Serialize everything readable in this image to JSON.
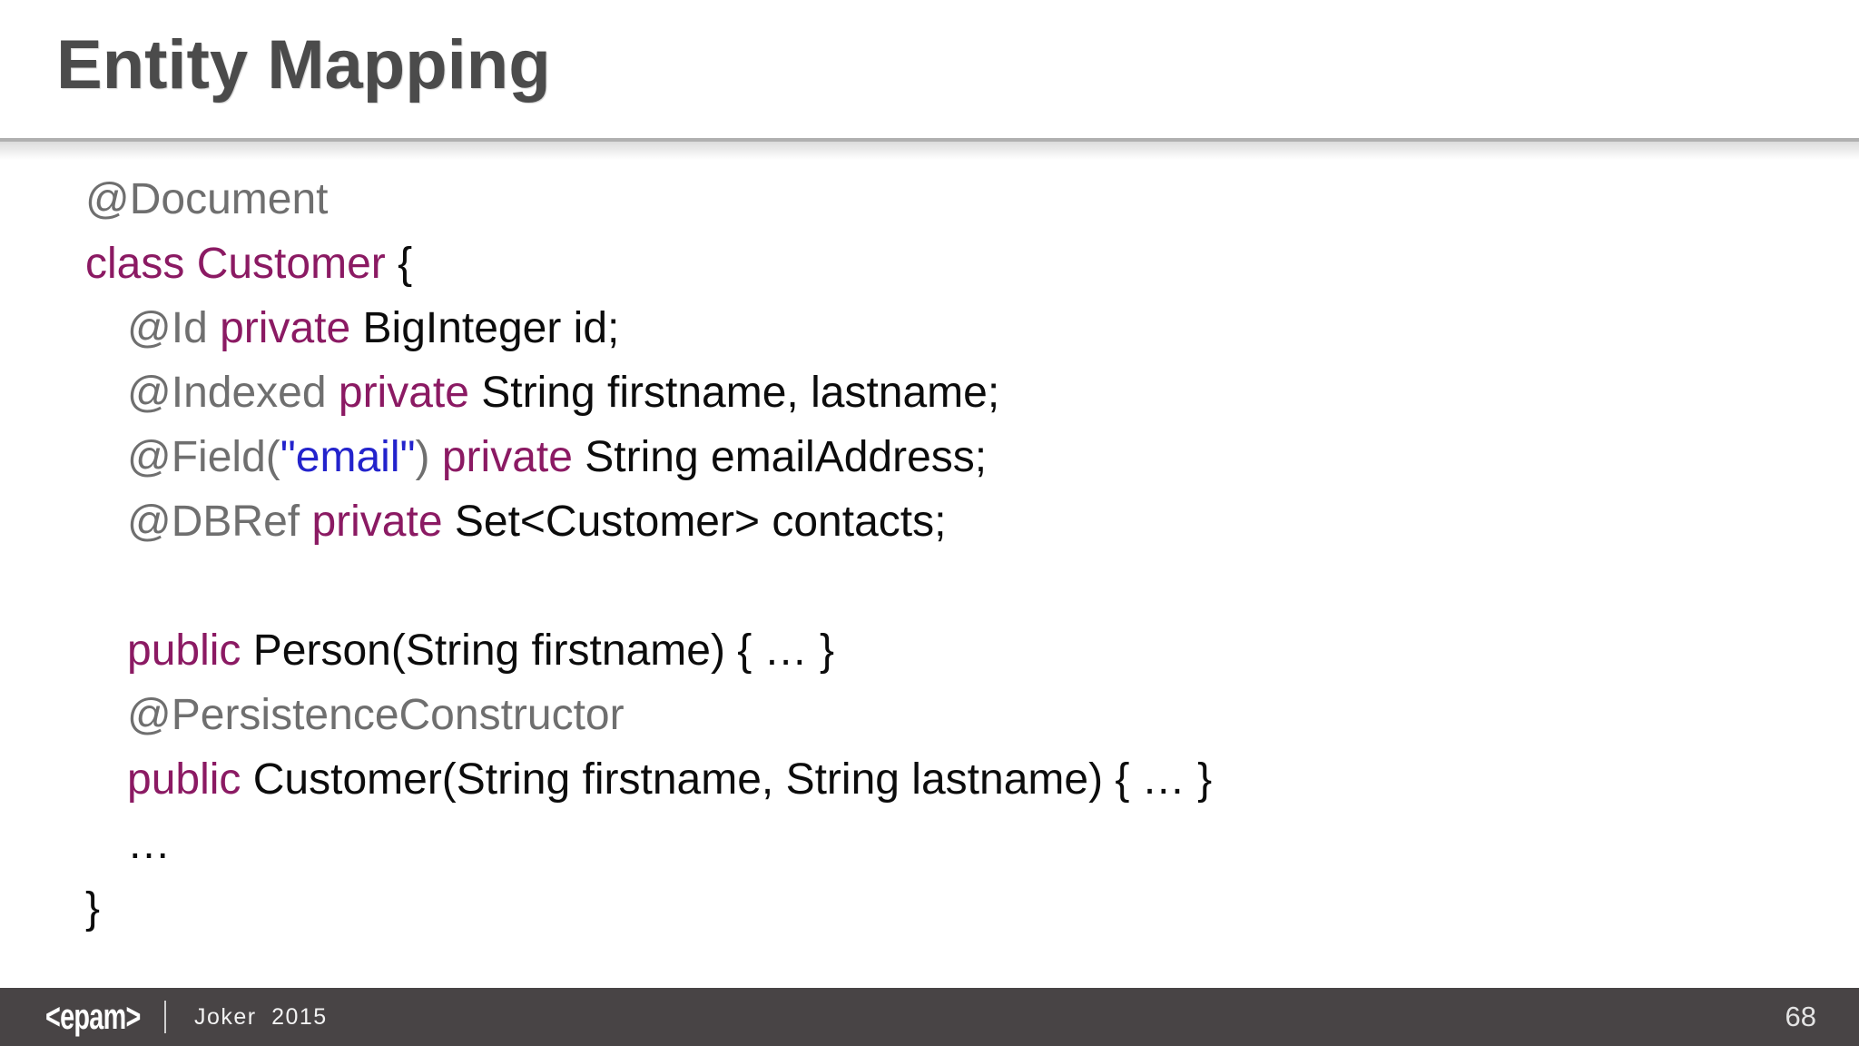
{
  "header": {
    "title": "Entity Mapping"
  },
  "code": {
    "language": "java",
    "lines": [
      {
        "indent": 0,
        "segments": [
          {
            "text": "@Document",
            "type": "annotation"
          }
        ]
      },
      {
        "indent": 0,
        "segments": [
          {
            "text": "class Customer",
            "type": "keyword"
          },
          {
            "text": " {",
            "type": "plain"
          }
        ]
      },
      {
        "indent": 1,
        "segments": [
          {
            "text": "@Id ",
            "type": "annotation"
          },
          {
            "text": "private",
            "type": "keyword"
          },
          {
            "text": " BigInteger id;",
            "type": "plain"
          }
        ]
      },
      {
        "indent": 1,
        "segments": [
          {
            "text": "@Indexed ",
            "type": "annotation"
          },
          {
            "text": "private",
            "type": "keyword"
          },
          {
            "text": " String firstname, lastname;",
            "type": "plain"
          }
        ]
      },
      {
        "indent": 1,
        "segments": [
          {
            "text": "@Field(",
            "type": "annotation"
          },
          {
            "text": "\"email\"",
            "type": "string"
          },
          {
            "text": ") ",
            "type": "annotation"
          },
          {
            "text": "private",
            "type": "keyword"
          },
          {
            "text": " String emailAddress;",
            "type": "plain"
          }
        ]
      },
      {
        "indent": 1,
        "segments": [
          {
            "text": "@DBRef ",
            "type": "annotation"
          },
          {
            "text": "private",
            "type": "keyword"
          },
          {
            "text": " Set<Customer> contacts;",
            "type": "plain"
          }
        ]
      },
      {
        "indent": 1,
        "segments": []
      },
      {
        "indent": 1,
        "segments": [
          {
            "text": "public ",
            "type": "keyword"
          },
          {
            "text": "Person(String firstname) { … }",
            "type": "plain"
          }
        ]
      },
      {
        "indent": 1,
        "segments": [
          {
            "text": "@PersistenceConstructor",
            "type": "annotation"
          }
        ]
      },
      {
        "indent": 1,
        "segments": [
          {
            "text": "public ",
            "type": "keyword"
          },
          {
            "text": "Customer(String firstname, String lastname) { … }",
            "type": "plain"
          }
        ]
      },
      {
        "indent": 1,
        "segments": [
          {
            "text": "…",
            "type": "plain"
          }
        ]
      },
      {
        "indent": 0,
        "segments": [
          {
            "text": "}",
            "type": "plain"
          }
        ]
      }
    ]
  },
  "footer": {
    "logo": "<epam>",
    "conference": "Joker 2015",
    "page_number": "68"
  },
  "colors": {
    "title": "#4b4b4b",
    "divider": "#b0b0b0",
    "code": "#0c0c0c",
    "annotation": "#6f6f6f",
    "keyword": "#8b1a63",
    "string": "#2323cc",
    "footer_bg": "#484445",
    "footer_text": "#ffffff"
  }
}
